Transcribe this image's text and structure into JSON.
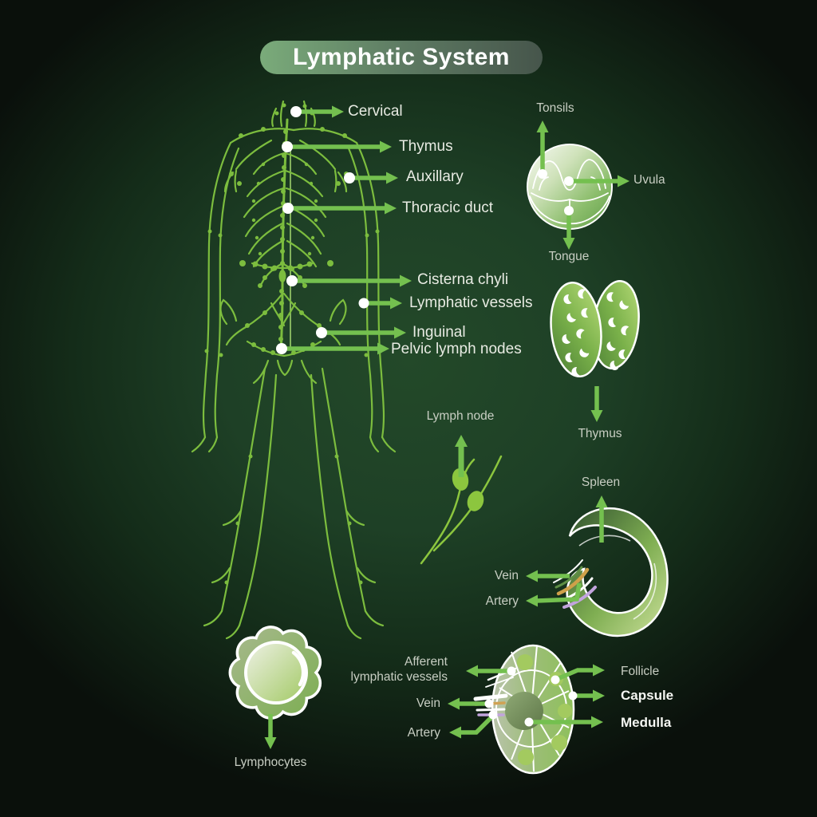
{
  "title": "Lymphatic System",
  "body_figure": {
    "cervical": "Cervical",
    "thymus": "Thymus",
    "auxillary": "Auxillary",
    "thoracic_duct": "Thoracic duct",
    "cisterna_chyli": "Cisterna chyli",
    "lymphatic_vessels": "Lymphatic vessels",
    "inguinal": "Inguinal",
    "pelvic_lymph_nodes": "Pelvic lymph nodes"
  },
  "tonsils_figure": {
    "tonsils": "Tonsils",
    "uvula": "Uvula",
    "tongue": "Tongue"
  },
  "thymus_figure": {
    "label": "Thymus"
  },
  "lymph_node_figure": {
    "label": "Lymph node"
  },
  "spleen_figure": {
    "label": "Spleen",
    "vein": "Vein",
    "artery": "Artery"
  },
  "lymphocyte_figure": {
    "label": "Lymphocytes"
  },
  "node_section_figure": {
    "afferent_line1": "Afferent",
    "afferent_line2": "lymphatic vessels",
    "vein": "Vein",
    "artery": "Artery",
    "follicle": "Follicle",
    "capsule": "Capsule",
    "medulla": "Medulla"
  },
  "colors": {
    "background_center": "#214628",
    "background_edge": "#0a0f0a",
    "arrow_green": "#74c04f",
    "vessel_green": "#7cbd3e",
    "label_white": "#e8ebe3",
    "label_muted": "#c8cec3",
    "title_text": "#ffffff",
    "pill_gradient_left": "#7aab7a",
    "pill_gradient_right": "#46554b"
  }
}
